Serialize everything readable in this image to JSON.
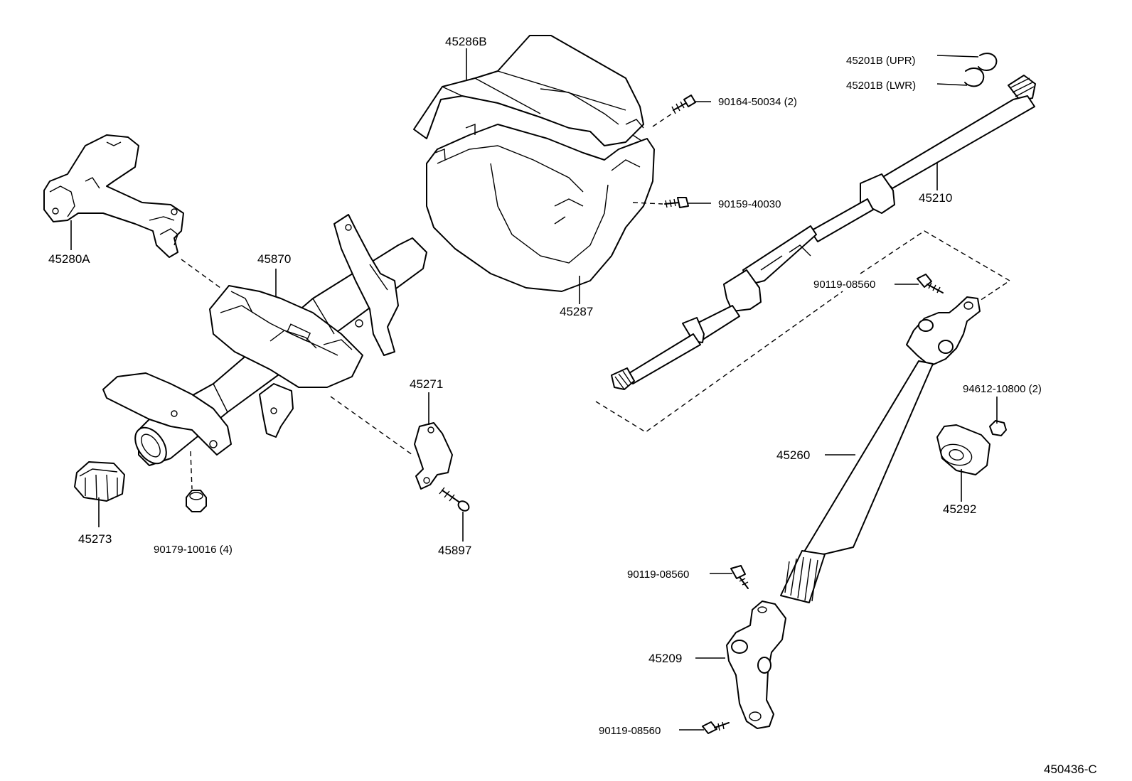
{
  "diagram": {
    "code": "450436-C",
    "callouts": [
      {
        "id": "45286b",
        "text": "45286B"
      },
      {
        "id": "45201b-upr",
        "text": "45201B (UPR)"
      },
      {
        "id": "45201b-lwr",
        "text": "45201B (LWR)"
      },
      {
        "id": "90164",
        "text": "90164-50034 (2)"
      },
      {
        "id": "90159",
        "text": "90159-40030"
      },
      {
        "id": "45210",
        "text": "45210"
      },
      {
        "id": "45280a",
        "text": "45280A"
      },
      {
        "id": "45870",
        "text": "45870"
      },
      {
        "id": "45287",
        "text": "45287"
      },
      {
        "id": "90119-a",
        "text": "90119-08560"
      },
      {
        "id": "45271",
        "text": "45271"
      },
      {
        "id": "94612",
        "text": "94612-10800 (2)"
      },
      {
        "id": "45260",
        "text": "45260"
      },
      {
        "id": "45273",
        "text": "45273"
      },
      {
        "id": "90179",
        "text": "90179-10016 (4)"
      },
      {
        "id": "45897",
        "text": "45897"
      },
      {
        "id": "45292",
        "text": "45292"
      },
      {
        "id": "90119-b",
        "text": "90119-08560"
      },
      {
        "id": "45209",
        "text": "45209"
      },
      {
        "id": "90119-c",
        "text": "90119-08560"
      }
    ]
  }
}
